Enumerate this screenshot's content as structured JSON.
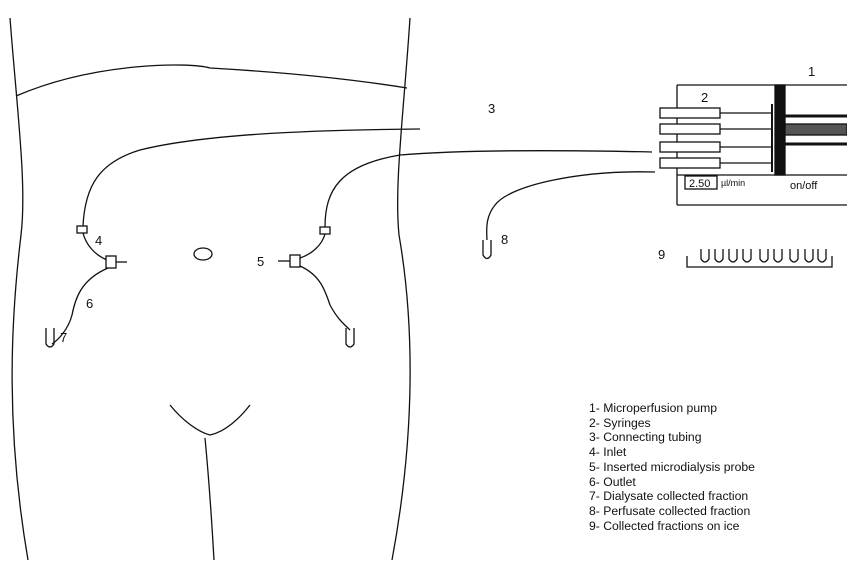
{
  "callouts": {
    "pump": "1",
    "syringes": "2",
    "tubing": "3",
    "inlet": "4",
    "probe": "5",
    "outlet": "6",
    "dialysate": "7",
    "perfusate": "8",
    "fractions": "9"
  },
  "pump_display": {
    "rate_value": "2.50",
    "rate_unit": "µl/min",
    "power_label": "on/off"
  },
  "legend": [
    "1- Microperfusion pump",
    "2- Syringes",
    "3- Connecting tubing",
    "4- Inlet",
    "5- Inserted microdialysis probe",
    "6- Outlet",
    "7- Dialysate collected fraction",
    "8- Perfusate collected fraction",
    "9- Collected fractions on ice"
  ]
}
